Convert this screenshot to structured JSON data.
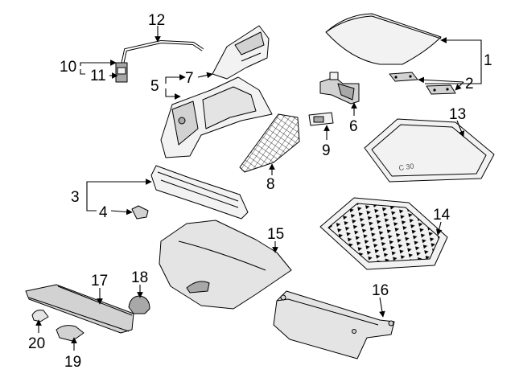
{
  "diagram": {
    "background_color": "#ffffff",
    "line_color": "#000000",
    "part_fill": "#f2f2f2",
    "shade_fill": "#d2d2d2",
    "dark_fill": "#a8a8a8",
    "mat_emboss": "C 30",
    "callouts": [
      {
        "id": "1",
        "label": "1"
      },
      {
        "id": "2",
        "label": "2"
      },
      {
        "id": "3",
        "label": "3"
      },
      {
        "id": "4",
        "label": "4"
      },
      {
        "id": "5",
        "label": "5"
      },
      {
        "id": "6",
        "label": "6"
      },
      {
        "id": "7",
        "label": "7"
      },
      {
        "id": "8",
        "label": "8"
      },
      {
        "id": "9",
        "label": "9"
      },
      {
        "id": "10",
        "label": "10"
      },
      {
        "id": "11",
        "label": "11"
      },
      {
        "id": "12",
        "label": "12"
      },
      {
        "id": "13",
        "label": "13"
      },
      {
        "id": "14",
        "label": "14"
      },
      {
        "id": "15",
        "label": "15"
      },
      {
        "id": "16",
        "label": "16"
      },
      {
        "id": "17",
        "label": "17"
      },
      {
        "id": "18",
        "label": "18"
      },
      {
        "id": "19",
        "label": "19"
      },
      {
        "id": "20",
        "label": "20"
      }
    ]
  }
}
